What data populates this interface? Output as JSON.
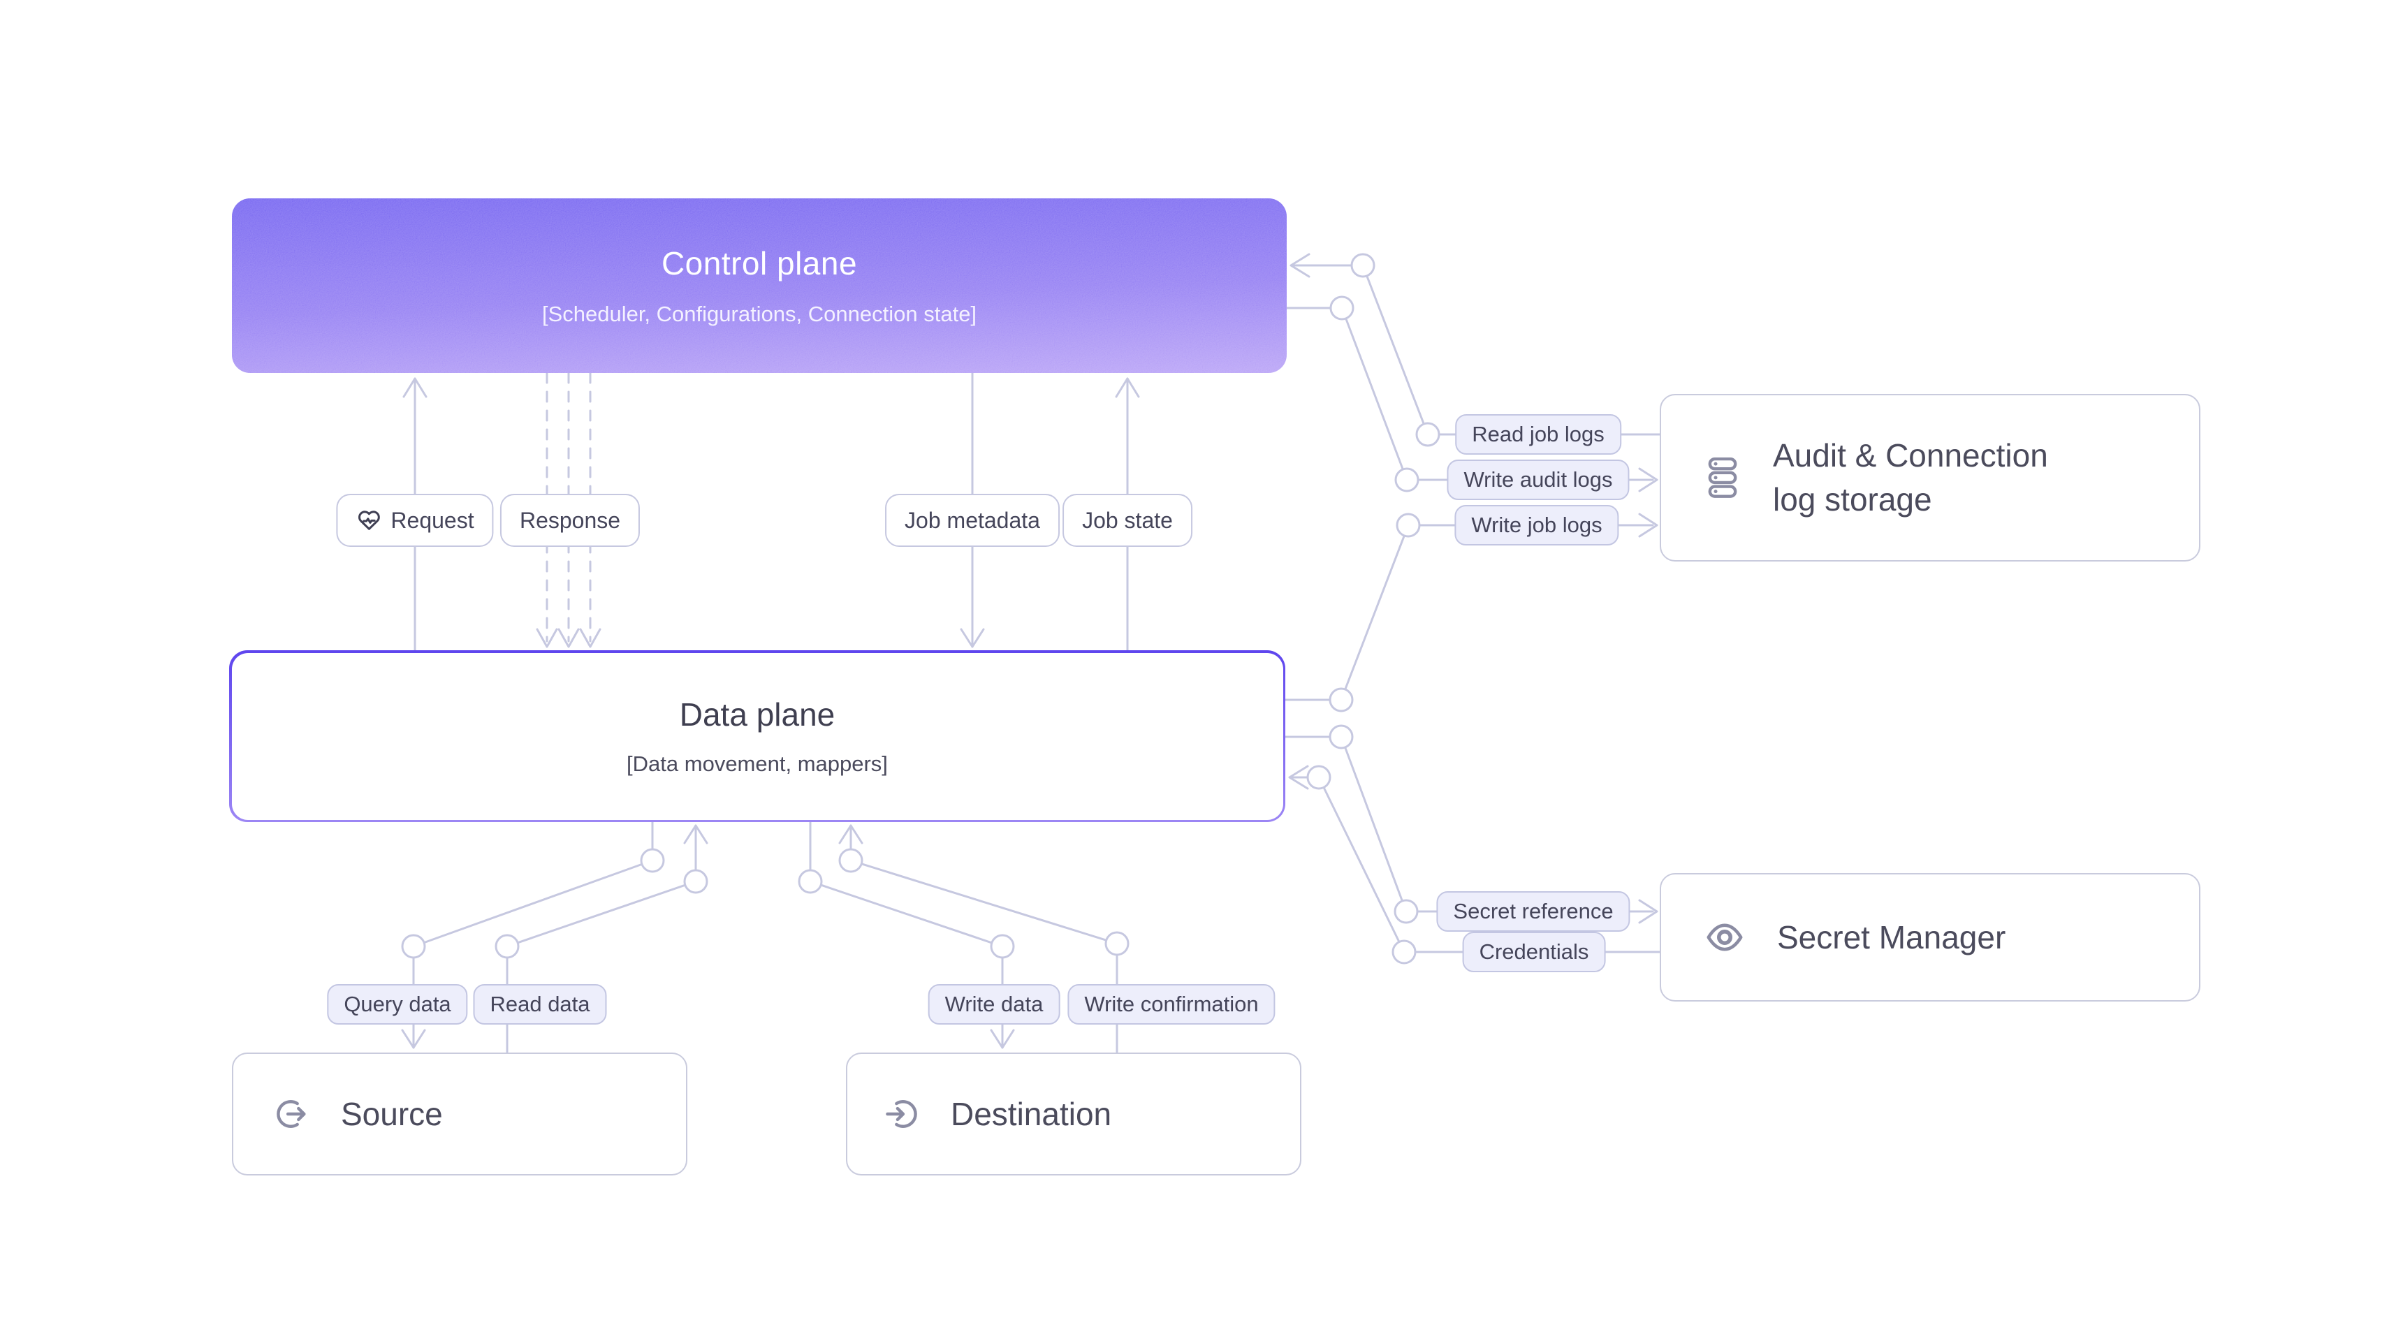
{
  "nodes": {
    "control_plane": {
      "title": "Control plane",
      "subtitle": "[Scheduler, Configurations, Connection state]"
    },
    "data_plane": {
      "title": "Data plane",
      "subtitle": "[Data movement, mappers]"
    },
    "source": {
      "title": "Source"
    },
    "destination": {
      "title": "Destination"
    },
    "audit_log_storage": {
      "title": "Audit & Connection\nlog storage"
    },
    "secret_manager": {
      "title": "Secret Manager"
    }
  },
  "edges": {
    "request": {
      "label": "Request"
    },
    "response": {
      "label": "Response"
    },
    "job_metadata": {
      "label": "Job metadata"
    },
    "job_state": {
      "label": "Job state"
    },
    "query_data": {
      "label": "Query data"
    },
    "read_data": {
      "label": "Read data"
    },
    "write_data": {
      "label": "Write data"
    },
    "write_confirmation": {
      "label": "Write confirmation"
    },
    "read_job_logs": {
      "label": "Read job logs"
    },
    "write_audit_logs": {
      "label": "Write audit logs"
    },
    "write_job_logs": {
      "label": "Write job logs"
    },
    "secret_reference": {
      "label": "Secret reference"
    },
    "credentials": {
      "label": "Credentials"
    }
  },
  "colors": {
    "wire": "#c6c8e0",
    "label_tint_bg": "#edeefb",
    "text_dark": "#45455a",
    "control_gradient_top": "#6a58f0",
    "control_gradient_bottom": "#b49cf6",
    "data_border_top": "#5e45ee",
    "data_border_bottom": "#9c86f4",
    "icon_gray": "#8b8ca3"
  }
}
